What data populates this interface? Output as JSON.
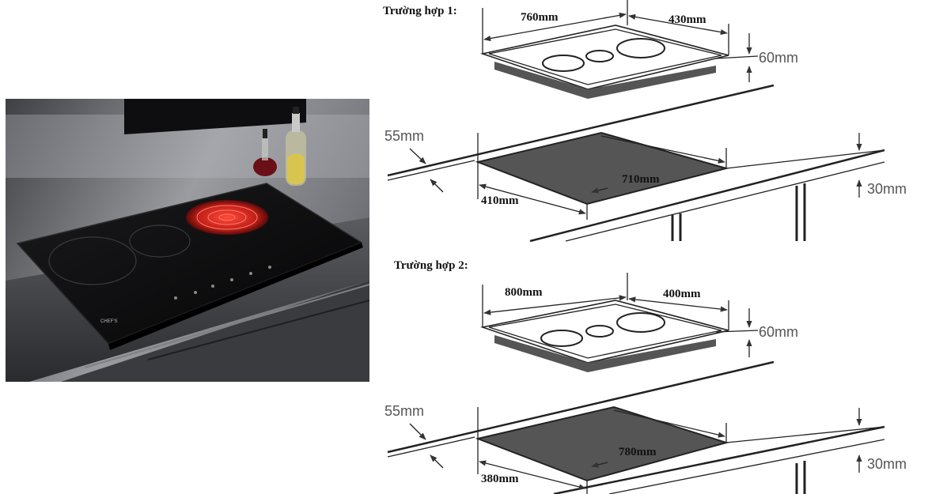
{
  "photo": {
    "brand_badge": "CHEF'S"
  },
  "cases": [
    {
      "label": "Trường hợp 1:",
      "hob_width": "760mm",
      "hob_depth": "430mm",
      "hob_height": "60mm",
      "edge_gap": "55mm",
      "cutout_width": "710mm",
      "cutout_depth": "410mm",
      "counter_thickness": "30mm"
    },
    {
      "label": "Trường hợp 2:",
      "hob_width": "800mm",
      "hob_depth": "400mm",
      "hob_height": "60mm",
      "edge_gap": "55mm",
      "cutout_width": "780mm",
      "cutout_depth": "380mm",
      "counter_thickness": "30mm"
    }
  ],
  "colors": {
    "cutout_fill": "#555555",
    "hob_glass": "#0b0b0b",
    "burner_glow": "#e0302a",
    "kitchen_wall": "#8a8c90"
  }
}
